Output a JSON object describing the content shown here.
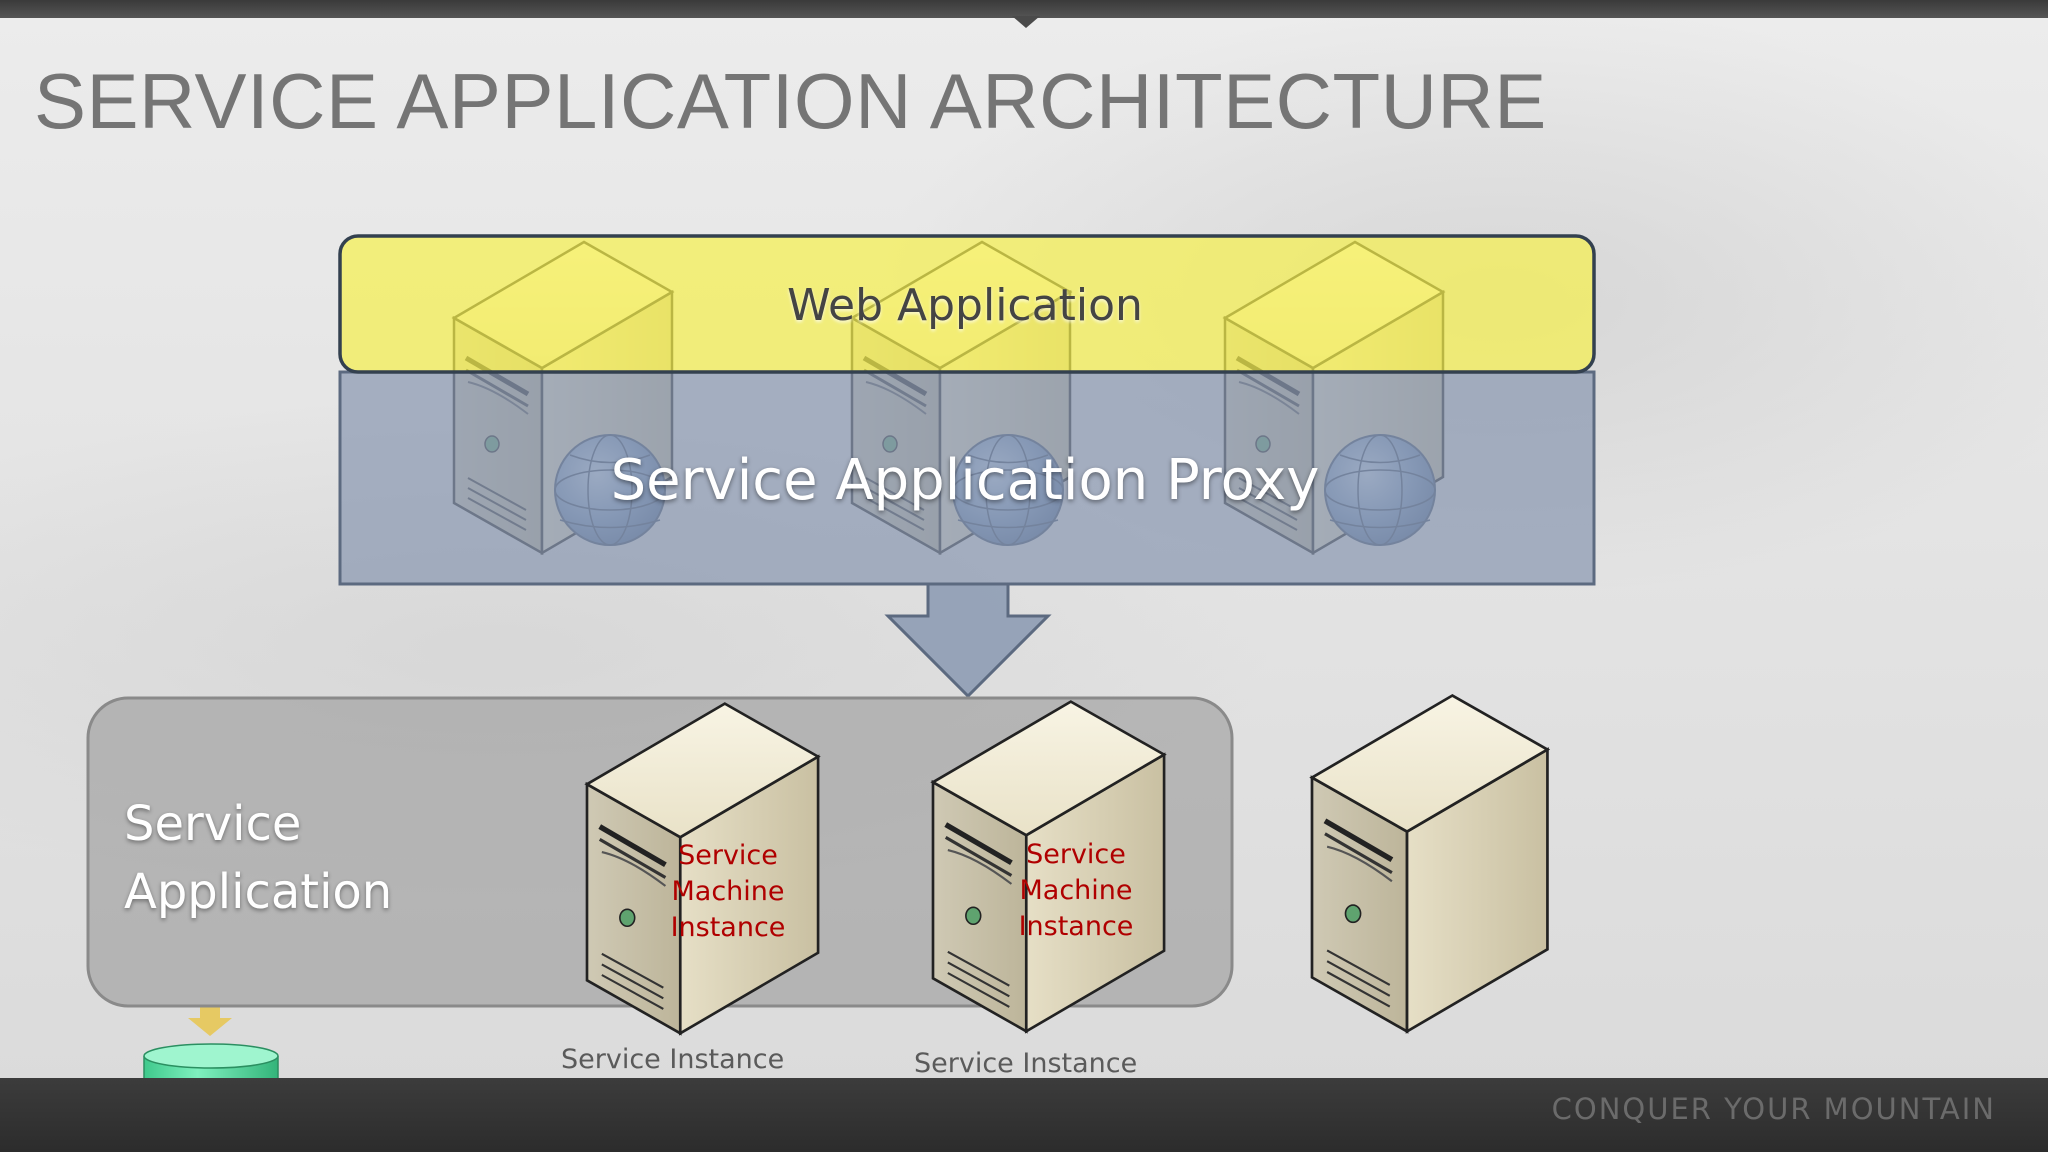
{
  "slide": {
    "title": "SERVICE APPLICATION ARCHITECTURE",
    "footer": "CONQUER YOUR MOUNTAIN"
  },
  "diagram": {
    "web_application_label": "Web Application",
    "proxy_label": "Service Application Proxy",
    "service_application_label": "Service Application",
    "machine_instances": [
      {
        "label": "Service Machine Instance",
        "caption": "Service Instance"
      },
      {
        "label": "Service Machine Instance",
        "caption": "Service Instance"
      }
    ]
  },
  "colors": {
    "web_application_band": "#f5f050",
    "proxy_band": "#8a99b2",
    "service_application_box": "#9a9a9a",
    "machine_instance_text": "#b00000",
    "database": "#5ee3a8"
  },
  "icons": [
    "web-server-icon",
    "globe-icon",
    "server-icon",
    "database-icon",
    "down-arrow-icon"
  ]
}
